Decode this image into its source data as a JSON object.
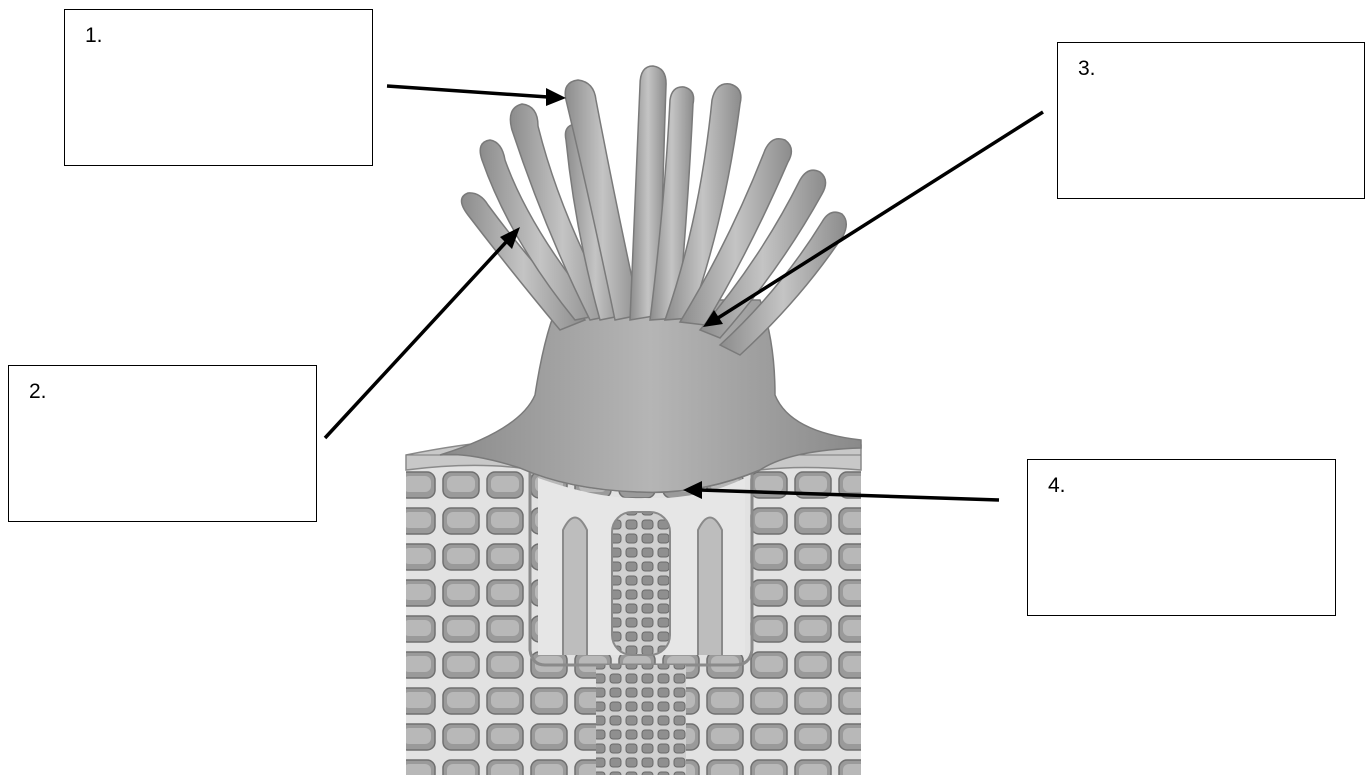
{
  "labels": [
    {
      "id": "1",
      "text": "1."
    },
    {
      "id": "2",
      "text": "2."
    },
    {
      "id": "3",
      "text": "3."
    },
    {
      "id": "4",
      "text": "4."
    }
  ],
  "colors": {
    "tissue_light": "#d9d9d9",
    "tissue_mid": "#a6a6a6",
    "tissue_dark": "#7f7f7f",
    "arrow": "#000000"
  }
}
